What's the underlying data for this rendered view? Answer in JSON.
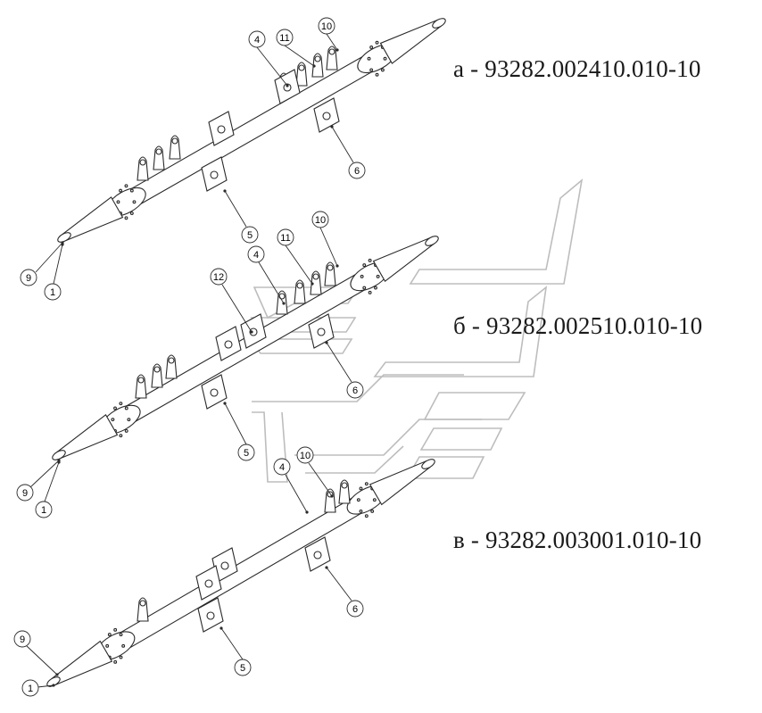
{
  "variants": [
    {
      "label": "а - 93282.002410.010-10",
      "callouts": [
        "4",
        "11",
        "10",
        "6",
        "5",
        "9",
        "1"
      ]
    },
    {
      "label": "б - 93282.002510.010-10",
      "callouts": [
        "10",
        "11",
        "4",
        "12",
        "6",
        "5",
        "9",
        "1"
      ]
    },
    {
      "label": "в - 93282.003001.010-10",
      "callouts": [
        "10",
        "4",
        "6",
        "5",
        "9",
        "1"
      ]
    }
  ],
  "colors": {
    "line": "#2a2a2a",
    "watermark": "#bdbdbd"
  }
}
